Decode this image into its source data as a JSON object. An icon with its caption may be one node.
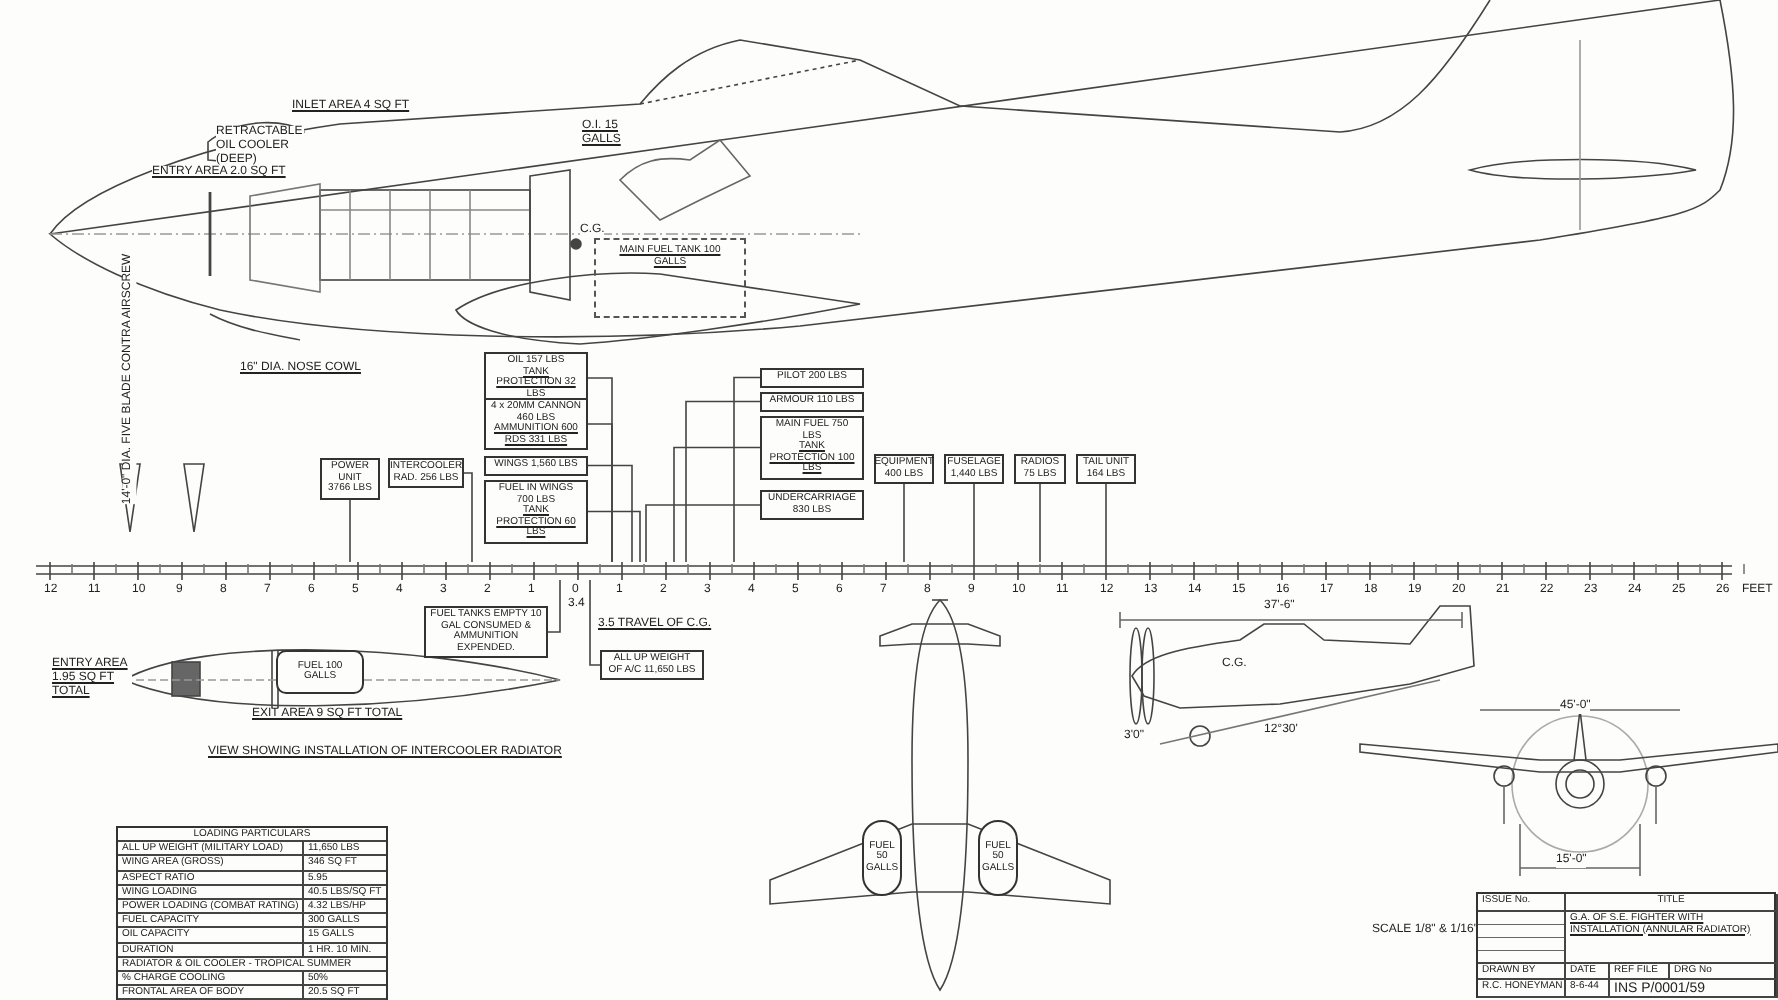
{
  "diagram": {
    "nodes": [
      {
        "text": [
          "OIL 157 LBS",
          "TANK PROTECTION 32 LBS"
        ]
      },
      {
        "text": [
          "4 x 20MM CANNON 460 LBS",
          "AMMUNITION 600 RDS 331 LBS"
        ]
      },
      {
        "text": [
          "WINGS 1,560 LBS"
        ]
      },
      {
        "text": [
          "FUEL IN WINGS 700 LBS",
          "TANK PROTECTION 60 LBS"
        ]
      },
      {
        "text": [
          "POWER UNIT 3766 LBS"
        ]
      },
      {
        "text": [
          "INTERCOOLER RAD. 256 LBS"
        ]
      },
      {
        "text": [
          "PILOT 200 LBS"
        ]
      },
      {
        "text": [
          "ARMOUR 110 LBS"
        ]
      },
      {
        "text": [
          "MAIN FUEL 750 LBS",
          "TANK PROTECTION 100 LBS"
        ]
      },
      {
        "text": [
          "UNDERCARRIAGE 830 LBS"
        ]
      },
      {
        "text": [
          "EQUIPMENT 400 LBS"
        ]
      },
      {
        "text": [
          "FUSELAGE 1,440 LBS"
        ]
      },
      {
        "text": [
          "RADIOS 75 LBS"
        ]
      },
      {
        "text": [
          "TAIL UNIT 164 LBS"
        ]
      },
      {
        "text": [
          "FUEL TANKS EMPTY 10 GAL CONSUMED & AMMUNITION EXPENDED."
        ]
      },
      {
        "text": [
          "ALL UP WEIGHT OF A/C 11,650 LBS"
        ]
      },
      {
        "text": [
          "MAIN FUEL TANK 100 GALLS"
        ]
      },
      {
        "text": [
          "FUEL 100 GALLS"
        ]
      },
      {
        "text": [
          "FUEL 50 GALLS"
        ]
      },
      {
        "text": [
          "FUEL 50 GALLS"
        ]
      },
      {
        "text": [],
        "shape": "bar"
      }
    ],
    "edges": [
      {
        "from": 0,
        "to": 20,
        "arrow": "none"
      },
      {
        "from": 1,
        "to": 20,
        "arrow": "none"
      },
      {
        "from": 2,
        "to": 20,
        "arrow": "none"
      },
      {
        "from": 3,
        "to": 20,
        "arrow": "none"
      },
      {
        "from": 4,
        "to": 20,
        "arrow": "none"
      },
      {
        "from": 5,
        "to": 20,
        "arrow": "none"
      },
      {
        "from": 6,
        "to": 20,
        "arrow": "none"
      },
      {
        "from": 7,
        "to": 20,
        "arrow": "none"
      },
      {
        "from": 8,
        "to": 20,
        "arrow": "none"
      },
      {
        "from": 9,
        "to": 20,
        "arrow": "none"
      },
      {
        "from": 10,
        "to": 20,
        "arrow": "none"
      },
      {
        "from": 11,
        "to": 20,
        "arrow": "none"
      },
      {
        "from": 12,
        "to": 20,
        "arrow": "none"
      },
      {
        "from": 13,
        "to": 20,
        "arrow": "none"
      },
      {
        "from": 14,
        "to": 20,
        "arrow": "none"
      },
      {
        "from": 15,
        "to": 20,
        "arrow": "none"
      }
    ],
    "labels": [
      "INLET AREA 4 SQ FT",
      "RETRACTABLE OIL COOLER (DEEP)",
      "ENTRY AREA 2.0 SQ FT",
      "O.I. 15 GALLS",
      "C.G.",
      "14'-0\" DIA. FIVE BLADE CONTRA AIRSCREW",
      "16\" DIA. NOSE COWL",
      "3.4",
      "3.5 TRAVEL OF C.G.",
      "ENTRY AREA 1.95 SQ FT TOTAL",
      "EXIT AREA 9 SQ FT TOTAL",
      "VIEW SHOWING INSTALLATION OF INTERCOOLER RADIATOR",
      "37'-6\"",
      "C.G.",
      "3'0\"",
      "12°30'",
      "45'-0\"",
      "15'-0\"",
      "SCALE 1/8\" & 1/16\"",
      "LOADING PARTICULARS",
      "ALL UP WEIGHT (MILITARY LOAD)",
      "11,650 LBS",
      "WING AREA (GROSS)",
      "346 SQ FT",
      "ASPECT RATIO",
      "5.95",
      "WING LOADING",
      "40.5 LBS/SQ FT",
      "POWER LOADING (COMBAT RATING)",
      "4.32 LBS/HP",
      "FUEL CAPACITY",
      "300 GALLS",
      "OIL CAPACITY",
      "15 GALLS",
      "DURATION",
      "1 HR. 10 MIN.",
      "RADIATOR & OIL COOLER - TROPICAL SUMMER",
      "% CHARGE COOLING",
      "50%",
      "FRONTAL AREA OF BODY",
      "20.5 SQ FT",
      "ISSUE No.",
      "TITLE",
      "G.A. OF S.E. FIGHTER WITH INSTALLATION (ANNULAR RADIATOR)",
      "DRAWN BY",
      "DATE",
      "REF FILE",
      "DRG No",
      "R.C. HONEYMAN",
      "8-6-44",
      "INS P/0001/59",
      "12",
      "11",
      "10",
      "9",
      "8",
      "7",
      "6",
      "5",
      "4",
      "3",
      "2",
      "1",
      "0",
      "1",
      "2",
      "3",
      "4",
      "5",
      "6",
      "7",
      "8",
      "9",
      "10",
      "11",
      "12",
      "13",
      "14",
      "15",
      "16",
      "17",
      "18",
      "19",
      "20",
      "21",
      "22",
      "23",
      "24",
      "25",
      "26",
      "FEET"
    ]
  }
}
